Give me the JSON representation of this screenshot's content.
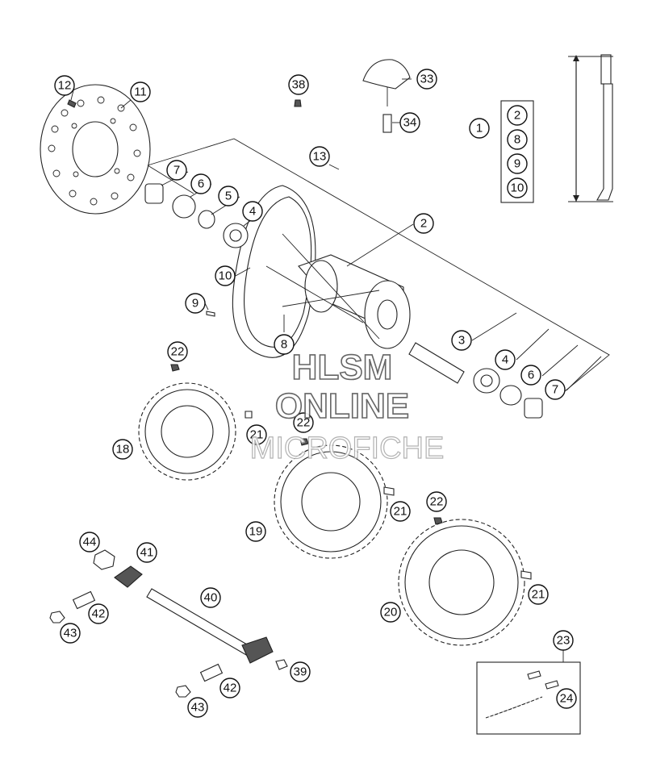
{
  "callouts": {
    "c12": "12",
    "c11": "11",
    "c38": "38",
    "c33": "33",
    "c34": "34",
    "c1": "1",
    "c2b": "2",
    "c8b": "8",
    "c9b": "9",
    "c10b": "10",
    "c13": "13",
    "c7a": "7",
    "c6a": "6",
    "c5": "5",
    "c4a": "4",
    "c2": "2",
    "c10": "10",
    "c9": "9",
    "c8": "8",
    "c3": "3",
    "c4b": "4",
    "c6b": "6",
    "c7b": "7",
    "c22a": "22",
    "c22b": "22",
    "c22c": "22",
    "c21a": "21",
    "c21b": "21",
    "c21c": "21",
    "c18": "18",
    "c19": "19",
    "c20": "20",
    "c44": "44",
    "c41": "41",
    "c40": "40",
    "c42a": "42",
    "c43a": "43",
    "c39": "39",
    "c42b": "42",
    "c43b": "43",
    "c23": "23",
    "c24": "24"
  },
  "watermark": {
    "line1": "HLSM",
    "line2": "ONLINE",
    "line3": "MICROFICHE"
  }
}
